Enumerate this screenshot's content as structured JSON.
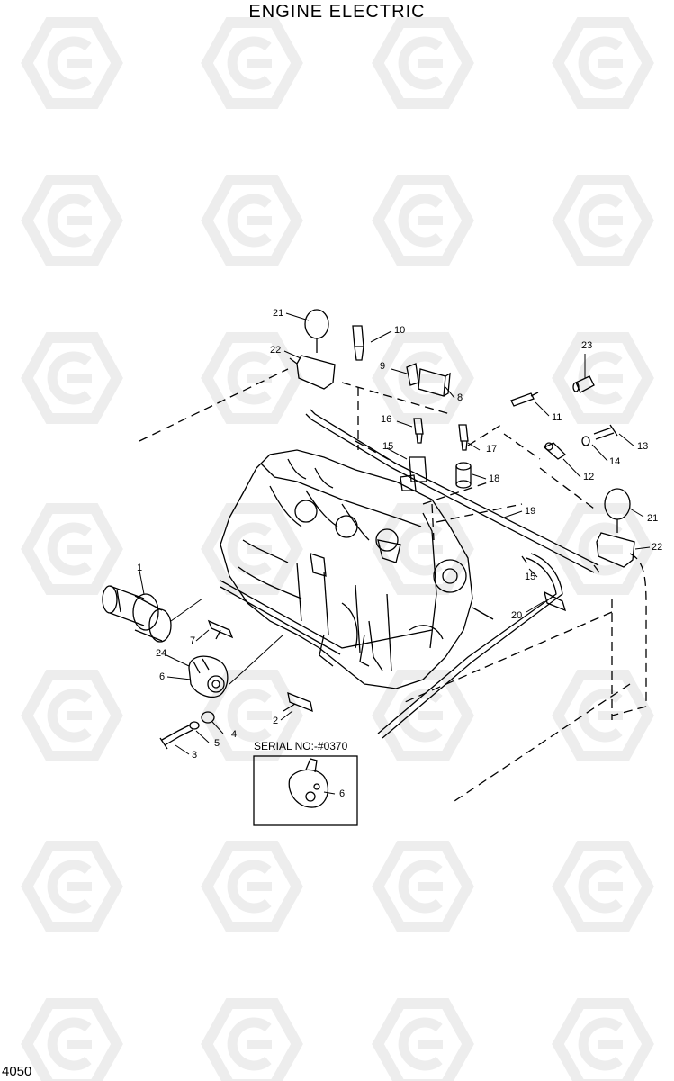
{
  "title": "ENGINE  ELECTRIC",
  "page_number": "4050",
  "serial_note": "SERIAL NO:-#0370",
  "watermark_logo": "hyundai-hexagon-logo",
  "callouts": {
    "c1": "1",
    "c2": "2",
    "c3": "3",
    "c4": "4",
    "c5": "5",
    "c6": "6",
    "c6b": "6",
    "c7": "7",
    "c8": "8",
    "c9": "9",
    "c10": "10",
    "c11": "11",
    "c12": "12",
    "c13": "13",
    "c14": "14",
    "c15": "15",
    "c15b": "15",
    "c16": "16",
    "c17": "17",
    "c18": "18",
    "c19": "19",
    "c20": "20",
    "c21": "21",
    "c21b": "21",
    "c22": "22",
    "c22b": "22",
    "c23": "23",
    "c24": "24"
  }
}
